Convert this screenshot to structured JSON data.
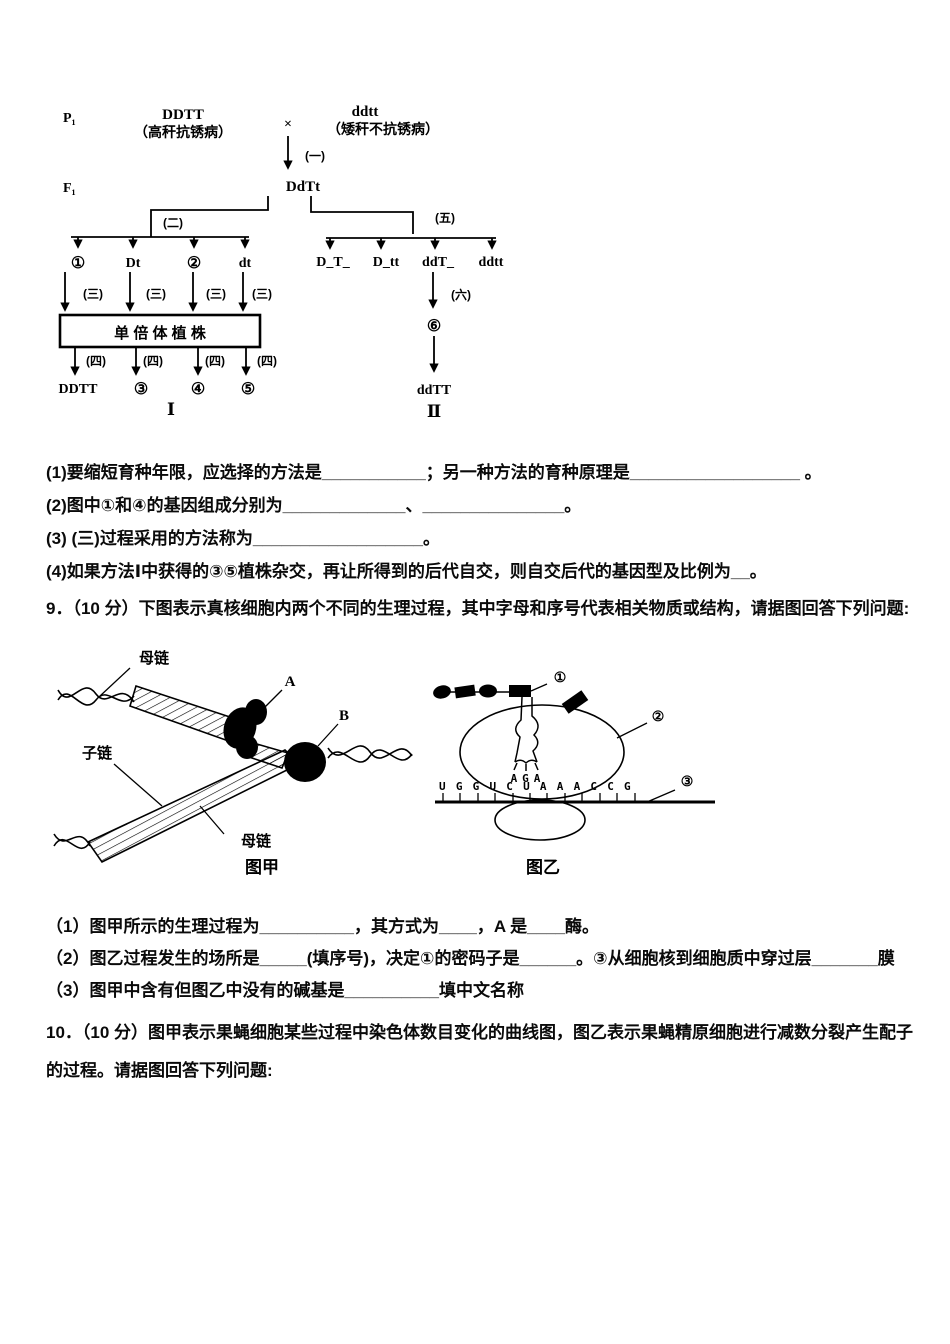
{
  "pedigree": {
    "p_label": "P₁",
    "f_label": "F₁",
    "parent_left_genotype": "DDTT",
    "parent_left_phenotype": "（高秆抗锈病）",
    "cross_symbol": "×",
    "parent_right_genotype": "ddtt",
    "parent_right_phenotype": "（矮秆不抗锈病）",
    "f1_genotype": "DdTt",
    "steps": {
      "s1": "(一)",
      "s2": "(二)",
      "s3": "(三)",
      "s4": "(四)",
      "s5": "(五)",
      "s6": "(六)"
    },
    "gamete_row": {
      "g1": "①",
      "g2": "Dt",
      "g3": "②",
      "g4": "dt"
    },
    "haploid_box": "单 倍 体 植 株",
    "result_row": {
      "r1": "DDTT",
      "r2": "③",
      "r3": "④",
      "r4": "⑤"
    },
    "branch_row": {
      "b1": "D_T_",
      "b2": "D_tt",
      "b3": "ddT_",
      "b4": "ddtt"
    },
    "circle6": "⑥",
    "right_result": "ddTT",
    "label_I": "Ⅰ",
    "label_II": "Ⅱ"
  },
  "q8": {
    "item1": "(1)要缩短育种年限，应选择的方法是___________；另一种方法的育种原理是__________________ 。",
    "item2": "(2)图中①和④的基因组成分别为_____________、_______________。",
    "item3": "(3) (三)过程采用的方法称为__________________。",
    "item4": "(4)如果方法Ⅰ中获得的③⑤植株杂交，再让所得到的后代自交，则自交后代的基因型及比例为__。"
  },
  "q9": {
    "header": "9．（10 分）下图表示真核细胞内两个不同的生理过程，其中字母和序号代表相关物质或结构，请据图回答下列问题:",
    "item1": "（1）图甲所示的生理过程为__________，其方式为____，A 是____酶。",
    "item2": "（2）图乙过程发生的场所是_____(填序号)，决定①的密码子是______。③从细胞核到细胞质中穿过层_______膜",
    "item3": "（3）图甲中含有但图乙中没有的碱基是__________填中文名称"
  },
  "fig_jia": {
    "caption": "图甲",
    "label_mother_top": "母链",
    "label_daughter": "子链",
    "label_a": "A",
    "label_b": "B",
    "label_mother_bottom": "母链"
  },
  "fig_yi": {
    "caption": "图乙",
    "label_1": "①",
    "label_2": "②",
    "label_3": "③",
    "anticodon": "AGA",
    "mrna": "UGGUCUAAACCG"
  },
  "q10": {
    "text": "10．（10 分）图甲表示果蝇细胞某些过程中染色体数目变化的曲线图，图乙表示果蝇精原细胞进行减数分裂产生配子的过程。请据图回答下列问题:"
  }
}
